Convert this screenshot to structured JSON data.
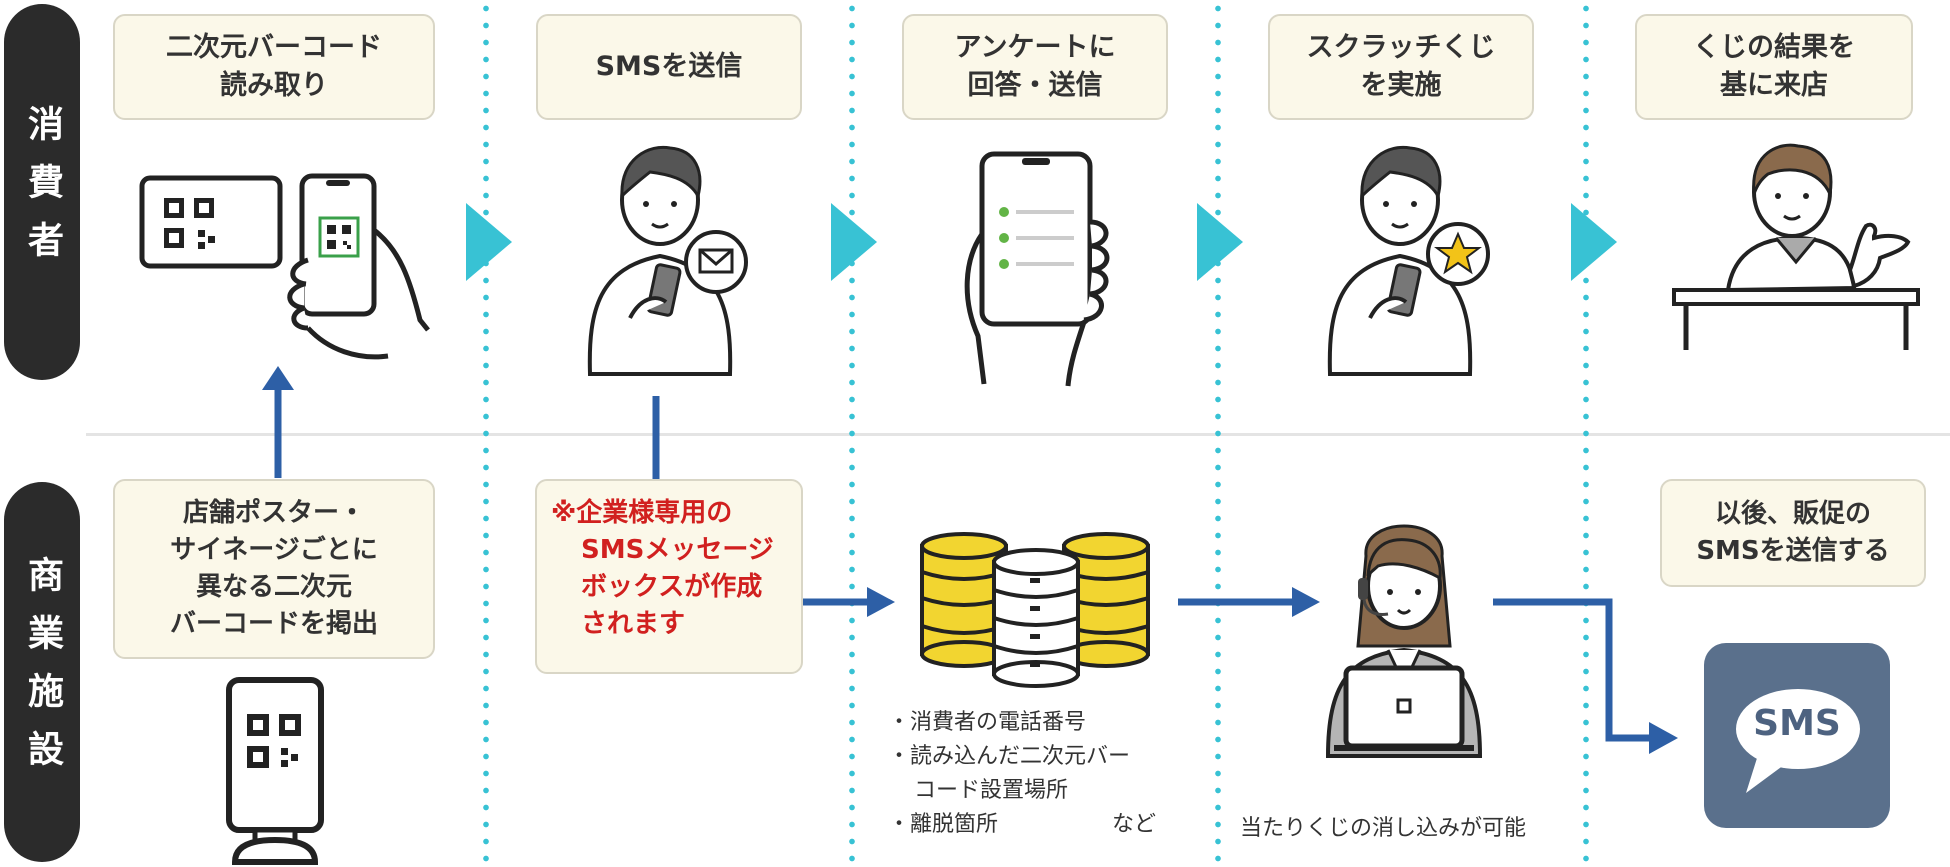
{
  "lanes": {
    "consumer": "消費者",
    "facility": "商業施設"
  },
  "steps": [
    {
      "line1": "二次元バーコード",
      "line2": "読み取り"
    },
    {
      "line1": "SMSを送信",
      "line2": ""
    },
    {
      "line1": "アンケートに",
      "line2": "回答・送信"
    },
    {
      "line1": "スクラッチくじ",
      "line2": "を実施"
    },
    {
      "line1": "くじの結果を",
      "line2": "基に来店"
    }
  ],
  "facility": {
    "poster": [
      "店舗ポスター・",
      "サイネージごとに",
      "異なる二次元",
      "バーコードを掲出"
    ],
    "note": [
      "※企業様専用の",
      "SMSメッセージ",
      "ボックスが作成",
      "されます"
    ],
    "database_items": [
      "・消費者の電話番号",
      "・読み込んだ二次元バー",
      "コード設置場所",
      "・離脱箇所",
      "など"
    ],
    "operator_caption": "当たりくじの消し込みが可能",
    "promo": [
      "以後、販促の",
      "SMSを送信する"
    ],
    "sms_badge": "SMS"
  },
  "colors": {
    "flow_arrow": "#2d5fa6",
    "step_chevron": "#38c2d4",
    "divider_dots": "#38c2d4",
    "db_yellow": "#f2d530",
    "sms_tile": "#5a708c",
    "note_red": "#d1201f",
    "lane_label_bg": "#2b2b2b"
  }
}
